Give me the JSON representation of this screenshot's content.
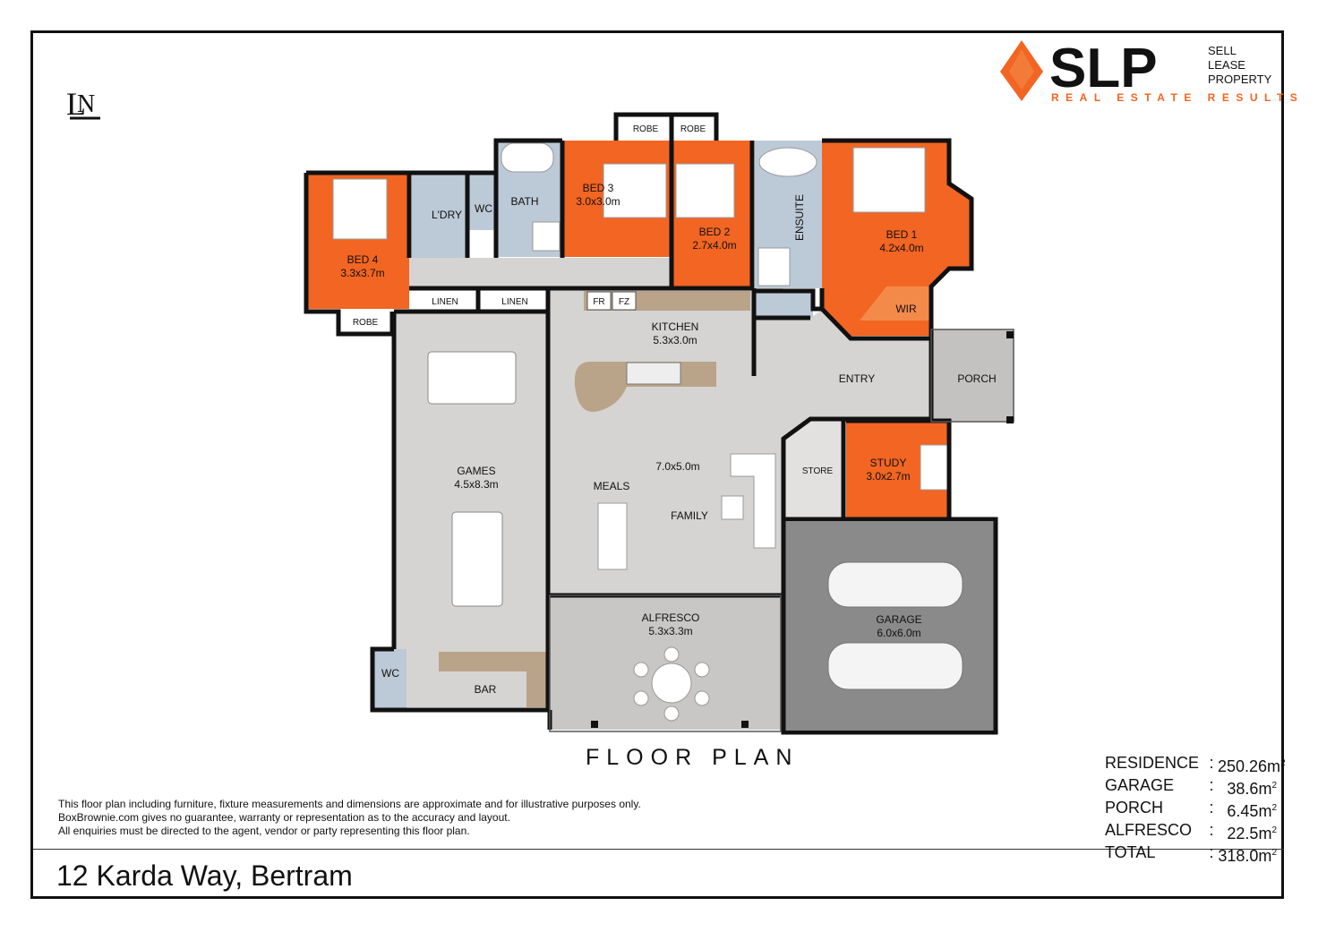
{
  "brand": {
    "name": "SLP",
    "line1": "SELL",
    "line2": "LEASE",
    "line3": "PROPERTY",
    "tagline": "REAL ESTATE RESULTS",
    "accent": "#f26522"
  },
  "rooms": {
    "bed4": {
      "name": "BED 4",
      "size": "3.3x3.7m"
    },
    "laundry": {
      "name": "L'DRY"
    },
    "wc1": {
      "name": "WC"
    },
    "bath": {
      "name": "BATH"
    },
    "bed3": {
      "name": "BED 3",
      "size": "3.0x3.0m"
    },
    "bed2": {
      "name": "BED 2",
      "size": "2.7x4.0m"
    },
    "ensuite": {
      "name": "ENSUITE"
    },
    "bed1": {
      "name": "BED 1",
      "size": "4.2x4.0m"
    },
    "wir": {
      "name": "WIR"
    },
    "robe1": {
      "name": "ROBE"
    },
    "robe2": {
      "name": "ROBE"
    },
    "robe3": {
      "name": "ROBE"
    },
    "linen1": {
      "name": "LINEN"
    },
    "linen2": {
      "name": "LINEN"
    },
    "fr": {
      "name": "FR"
    },
    "fz": {
      "name": "FZ"
    },
    "kitchen": {
      "name": "KITCHEN",
      "size": "5.3x3.0m"
    },
    "entry": {
      "name": "ENTRY"
    },
    "porch": {
      "name": "PORCH"
    },
    "games": {
      "name": "GAMES",
      "size": "4.5x8.3m"
    },
    "family_size": "7.0x5.0m",
    "meals": {
      "name": "MEALS"
    },
    "family": {
      "name": "FAMILY"
    },
    "store": {
      "name": "STORE"
    },
    "study": {
      "name": "STUDY",
      "size": "3.0x2.7m"
    },
    "garage": {
      "name": "GARAGE",
      "size": "6.0x6.0m"
    },
    "alfresco": {
      "name": "ALFRESCO",
      "size": "5.3x3.3m"
    },
    "wc2": {
      "name": "WC"
    },
    "bar": {
      "name": "BAR"
    }
  },
  "plan_title": "FLOOR PLAN",
  "disclaimer": {
    "line1": "This floor plan including furniture, fixture measurements and dimensions are approximate and for illustrative purposes only.",
    "line2": "BoxBrownie.com gives no guarantee, warranty or representation as to the accuracy and layout.",
    "line3": "All enquiries must be directed to the agent, vendor or party representing this floor plan."
  },
  "areas": [
    {
      "label": "RESIDENCE",
      "sep": ":",
      "value": "250.26m",
      "unit": "2"
    },
    {
      "label": "GARAGE",
      "sep": ":",
      "value": "38.6m",
      "unit": "2"
    },
    {
      "label": "PORCH",
      "sep": ":",
      "value": "6.45m",
      "unit": "2"
    },
    {
      "label": "ALFRESCO",
      "sep": ":",
      "value": "22.5m",
      "unit": "2"
    },
    {
      "label": "TOTAL",
      "sep": ":",
      "value": "318.0m",
      "unit": "2"
    }
  ],
  "address": "12 Karda Way, Bertram",
  "colors": {
    "bedroom": "#f26522",
    "living": "#d6d4d2",
    "wet": "#bcc9d6",
    "garage": "#8a8a8a",
    "bench": "#b9a48a",
    "wall": "#111111"
  }
}
